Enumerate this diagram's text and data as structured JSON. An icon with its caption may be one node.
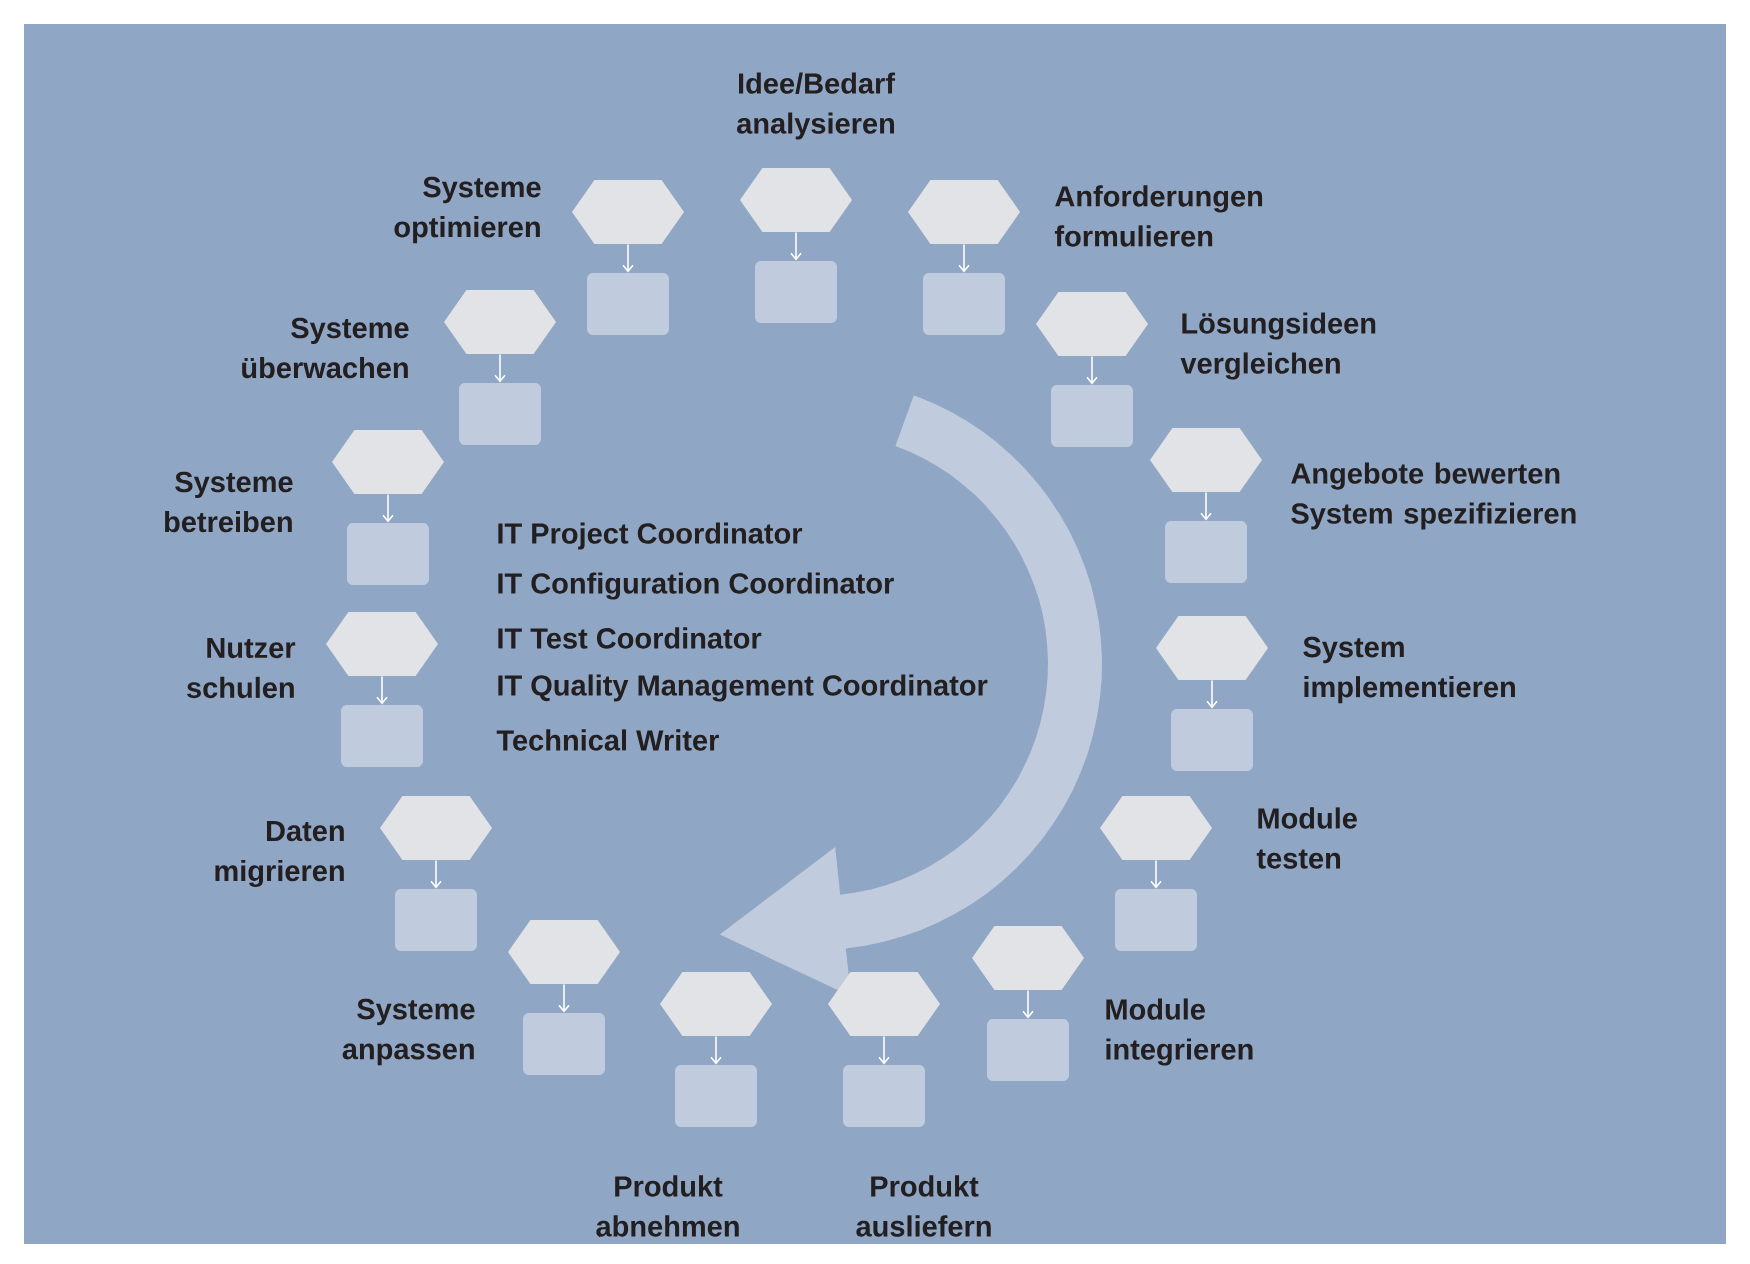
{
  "diagram": {
    "nodes": [
      {
        "text": [],
        "shape": "hexagon",
        "beside": [
          "Idee/Bedarf analysieren"
        ]
      },
      {
        "text": [],
        "shape": "box"
      },
      {
        "text": [],
        "shape": "hexagon",
        "beside": [
          "Anforderungen formulieren"
        ]
      },
      {
        "text": [],
        "shape": "box"
      },
      {
        "text": [],
        "shape": "hexagon",
        "beside": [
          "Lösungsideen vergleichen"
        ]
      },
      {
        "text": [],
        "shape": "box"
      },
      {
        "text": [],
        "shape": "hexagon",
        "beside": [
          "Angebote bewerten System spezifizieren"
        ]
      },
      {
        "text": [],
        "shape": "box"
      },
      {
        "text": [],
        "shape": "hexagon",
        "beside": [
          "System implementieren"
        ]
      },
      {
        "text": [],
        "shape": "box"
      },
      {
        "text": [],
        "shape": "hexagon",
        "beside": [
          "Module testen"
        ]
      },
      {
        "text": [],
        "shape": "box"
      },
      {
        "text": [],
        "shape": "hexagon",
        "beside": [
          "Module integrieren"
        ]
      },
      {
        "text": [],
        "shape": "box"
      },
      {
        "text": [],
        "shape": "hexagon"
      },
      {
        "text": [],
        "shape": "box",
        "beside": [
          "Produkt abnehmen"
        ]
      },
      {
        "text": [],
        "shape": "hexagon"
      },
      {
        "text": [],
        "shape": "box",
        "beside": [
          "Produkt ausliefern"
        ]
      },
      {
        "text": [],
        "shape": "hexagon",
        "beside": [
          "Systeme anpassen"
        ]
      },
      {
        "text": [],
        "shape": "box"
      },
      {
        "text": [],
        "shape": "hexagon",
        "beside": [
          "Daten migrieren"
        ]
      },
      {
        "text": [],
        "shape": "box"
      },
      {
        "text": [],
        "shape": "hexagon",
        "beside": [
          "Nutzer schulen"
        ]
      },
      {
        "text": [],
        "shape": "box"
      },
      {
        "text": [],
        "shape": "hexagon",
        "beside": [
          "Systeme betreiben"
        ]
      },
      {
        "text": [],
        "shape": "box"
      },
      {
        "text": [],
        "shape": "hexagon",
        "beside": [
          "Systeme überwachen"
        ]
      },
      {
        "text": [],
        "shape": "box"
      },
      {
        "text": [],
        "shape": "hexagon",
        "beside": [
          "Systeme optimieren"
        ]
      },
      {
        "text": [],
        "shape": "box"
      }
    ],
    "edges": [
      {
        "from": 0,
        "to": 1,
        "arrow": "to"
      },
      {
        "from": 2,
        "to": 3,
        "arrow": "to"
      },
      {
        "from": 4,
        "to": 5,
        "arrow": "to"
      },
      {
        "from": 6,
        "to": 7,
        "arrow": "to"
      },
      {
        "from": 8,
        "to": 9,
        "arrow": "to"
      },
      {
        "from": 10,
        "to": 11,
        "arrow": "to"
      },
      {
        "from": 12,
        "to": 13,
        "arrow": "to"
      },
      {
        "from": 14,
        "to": 15,
        "arrow": "to"
      },
      {
        "from": 16,
        "to": 17,
        "arrow": "to"
      },
      {
        "from": 18,
        "to": 19,
        "arrow": "to"
      },
      {
        "from": 20,
        "to": 21,
        "arrow": "to"
      },
      {
        "from": 22,
        "to": 23,
        "arrow": "to"
      },
      {
        "from": 24,
        "to": 25,
        "arrow": "to"
      },
      {
        "from": 26,
        "to": 27,
        "arrow": "to"
      },
      {
        "from": 28,
        "to": 29,
        "arrow": "to"
      }
    ],
    "labels": [
      "IT Project Coordinator",
      "IT Configuration Coordinator",
      "IT Test Coordinator",
      "IT Quality Management Coordinator",
      "Technical Writer"
    ]
  }
}
